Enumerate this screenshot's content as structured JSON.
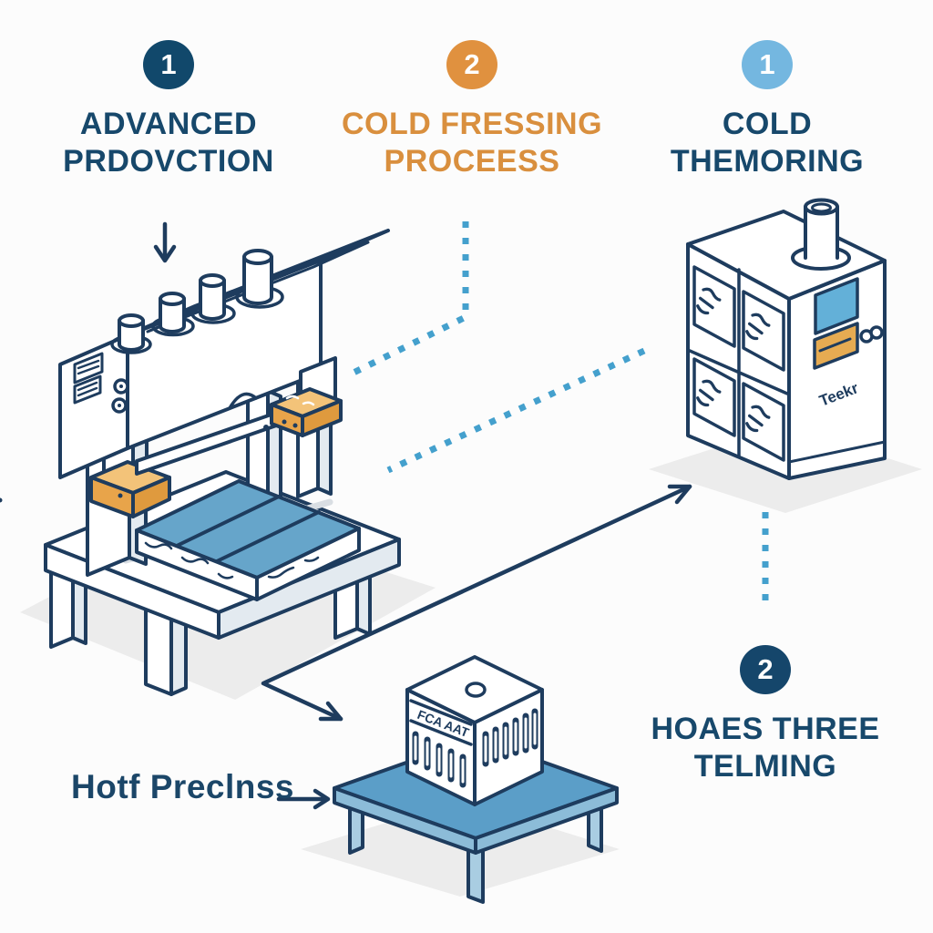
{
  "steps": [
    {
      "badge": "1",
      "line1": "ADVANCED",
      "line2": "PRDOVCTION",
      "badge_color": "#11486b",
      "text_color": "#17486b"
    },
    {
      "badge": "2",
      "line1": "COLD FRESSING",
      "line2": "PROCEESS",
      "badge_color": "#e0913f",
      "text_color": "#d98f3e"
    },
    {
      "badge": "1",
      "line1": "COLD",
      "line2": "THEMORING",
      "badge_color": "#74b7e0",
      "text_color": "#17486b"
    },
    {
      "badge": "2",
      "line1": "HOAES THREE",
      "line2": "TELMING",
      "badge_color": "#15466b",
      "text_color": "#17486b"
    }
  ],
  "labels": {
    "hot_press": "Hotf Preclnss",
    "cabinet_brand": "Teekr",
    "box_band": "FCA AAT"
  },
  "colors": {
    "outline": "#1e3c5e",
    "hot_label": "#1b4668",
    "dotted_guide": "#44a0cd",
    "plate_blue": "#66a5ca",
    "table_blue": "#5b9ec8",
    "screen_blue": "#63b0d8",
    "clamp_orange": "#e8a44a",
    "slot_orange": "#e6ab52",
    "shadow_gray": "#ececec"
  }
}
